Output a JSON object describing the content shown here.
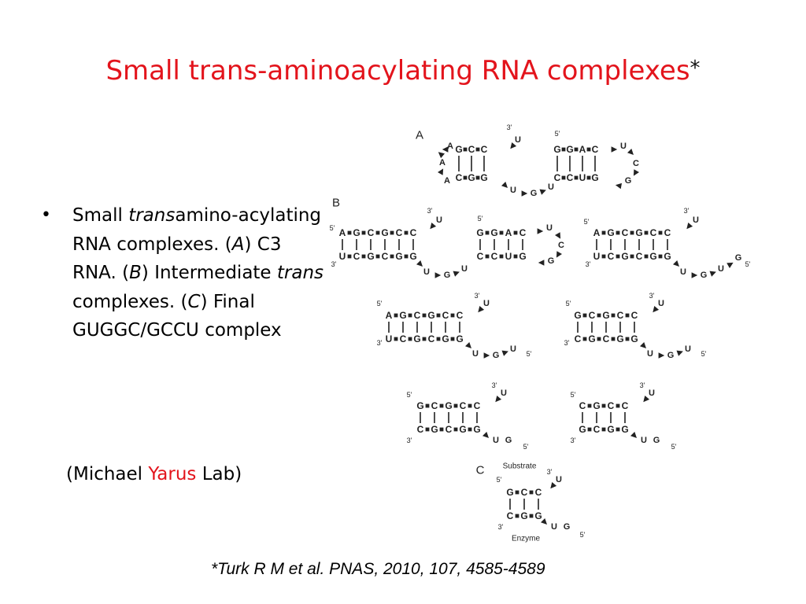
{
  "slide": {
    "title": "Small trans-aminoacylating RNA complexes",
    "title_marker": "*",
    "bullet": {
      "marker": "•",
      "part1": "Small ",
      "part2_italic": "trans",
      "part3": "amino-acylating RNA complexes. (",
      "part4_italic": "A",
      "part5": ") C3 RNA. (",
      "part6_italic": "B",
      "part7": ") Intermediate ",
      "part8_italic": "trans",
      "part9": " complexes. (",
      "part10_italic": "C",
      "part11": ") Final GUGGC/GCCU complex"
    },
    "credit": {
      "open": "(Michael ",
      "highlight": "Yarus",
      "close": " Lab)"
    },
    "reference": "*Turk R M et al. PNAS, 2010, 107, 4585-4589"
  },
  "figure": {
    "panel_labels": [
      "A",
      "B",
      "C"
    ],
    "end_labels": {
      "three_prime": "3'",
      "five_prime": "5'"
    },
    "panel_c_labels": {
      "top": "Substrate",
      "bottom": "Enzyme"
    },
    "colors": {
      "title": "#e3141c",
      "highlight": "#e3141c",
      "figure_ink": "#222222"
    }
  }
}
